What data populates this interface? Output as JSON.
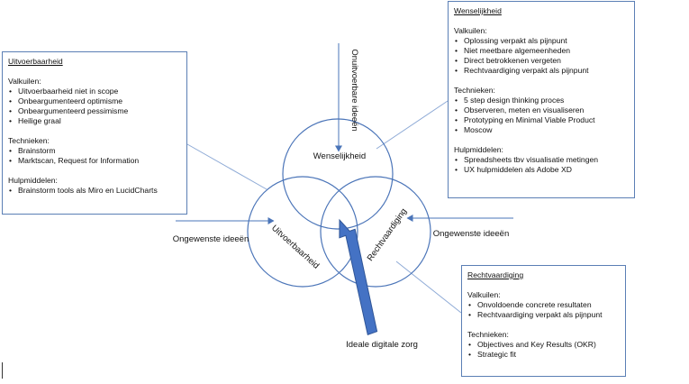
{
  "circles": {
    "top_label": "Wenselijkheid",
    "left_label": "Uitvoerbaarheid",
    "right_label": "Rechtvaardiging"
  },
  "arrows": {
    "top_label": "Onuitvoerbare ideeën",
    "left_label": "Ongewenste ideeën",
    "right_label": "Ongewenste ideeën",
    "bottom_label": "Ideale digitale zorg"
  },
  "colors": {
    "circle": "#4a74b8",
    "connector": "#8eaad6",
    "big_arrow": "#4472c4",
    "box_border": "#5b7fb5"
  },
  "box_wenselijkheid": {
    "title": "Wenselijkheid",
    "sections": [
      {
        "heading": "Valkuilen:",
        "items": [
          "Oplossing verpakt als pijnpunt",
          "Niet meetbare algemeenheden",
          "Direct betrokkenen vergeten",
          "Rechtvaardiging verpakt als pijnpunt"
        ]
      },
      {
        "heading": "Technieken:",
        "items": [
          "5 step design thinking proces",
          "Observeren, meten en visualiseren",
          "Prototyping  en Minimal Viable Product",
          "Moscow"
        ]
      },
      {
        "heading": "Hulpmiddelen:",
        "items": [
          "Spreadsheets tbv visualisatie metingen",
          "UX hulpmiddelen als Adobe XD"
        ]
      }
    ]
  },
  "box_uitvoerbaarheid": {
    "title": "Uitvoerbaarheid",
    "sections": [
      {
        "heading": "Valkuilen:",
        "items": [
          "Uitvoerbaarheid niet in scope",
          "Onbeargumenteerd optimisme",
          "Onbeargumenteerd pessimisme",
          "Heilige graal"
        ]
      },
      {
        "heading": "Technieken:",
        "items": [
          "Brainstorm",
          "Marktscan, Request for Information"
        ]
      },
      {
        "heading": "Hulpmiddelen:",
        "items": [
          "Brainstorm tools als Miro en LucidCharts"
        ]
      }
    ]
  },
  "box_rechtvaardiging": {
    "title": "Rechtvaardiging",
    "sections": [
      {
        "heading": "Valkuilen:",
        "items": [
          "Onvoldoende concrete resultaten",
          "Rechtvaardiging verpakt als pijnpunt"
        ]
      },
      {
        "heading": "Technieken:",
        "items": [
          "Objectives and Key Results (OKR)",
          "Strategic fit"
        ]
      }
    ]
  }
}
